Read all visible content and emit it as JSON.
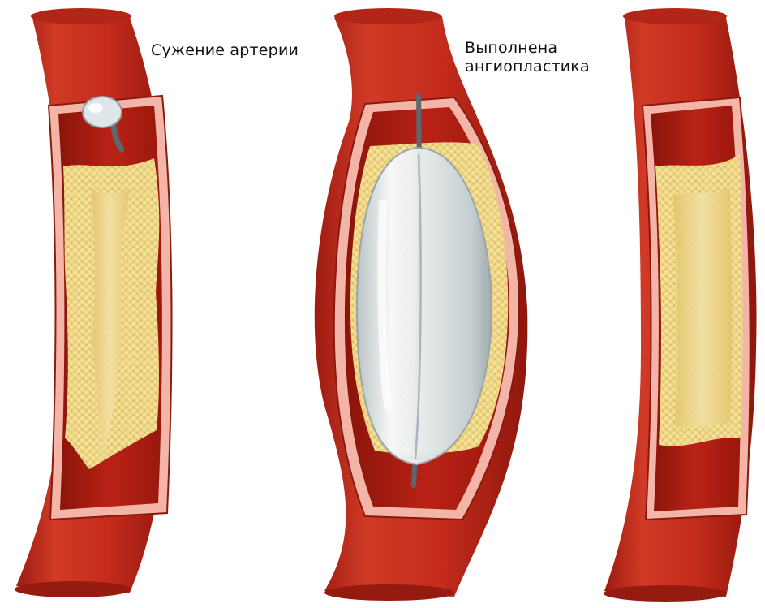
{
  "captions": {
    "narrowing": "Сужение артерии",
    "done_line1": "Выполнена",
    "done_line2": "ангиопластика"
  },
  "colors": {
    "artery_wall": "#c82c1c",
    "artery_dark": "#a81f12",
    "intima": "#f3b5a8",
    "lumen_blood": "#b41e12",
    "plaque": "#ecd27e",
    "plaque_light": "#f6e7b0",
    "balloon": "#dfe6ea",
    "catheter": "#7b8a91"
  },
  "panels": [
    {
      "id": "before",
      "stage": "narrowed artery with catheter"
    },
    {
      "id": "during",
      "stage": "balloon inflated"
    },
    {
      "id": "after",
      "stage": "restored lumen"
    }
  ]
}
